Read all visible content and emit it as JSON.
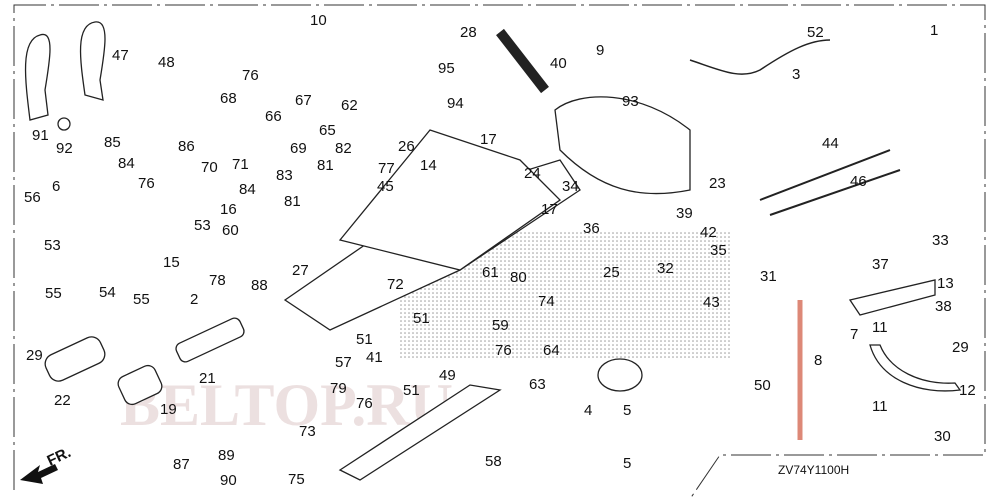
{
  "diagram": {
    "drawing_code": "ZV74Y1100H",
    "front_marker": "FR.",
    "watermark": "BELTOP.RU",
    "callouts": [
      "1",
      "47",
      "48",
      "76",
      "91",
      "92",
      "85",
      "84",
      "86",
      "70",
      "10",
      "68",
      "67",
      "66",
      "65",
      "62",
      "82",
      "69",
      "81",
      "77",
      "83",
      "84",
      "81",
      "45",
      "71",
      "76",
      "56",
      "6",
      "53",
      "53",
      "16",
      "60",
      "26",
      "14",
      "24",
      "28",
      "95",
      "94",
      "40",
      "9",
      "52",
      "3",
      "93",
      "17",
      "23",
      "44",
      "46",
      "34",
      "36",
      "17",
      "39",
      "42",
      "35",
      "32",
      "43",
      "31",
      "25",
      "33",
      "37",
      "13",
      "38",
      "11",
      "7",
      "8",
      "29",
      "12",
      "11",
      "30",
      "50",
      "4",
      "5",
      "5",
      "63",
      "64",
      "74",
      "80",
      "61",
      "72",
      "51",
      "51",
      "51",
      "59",
      "76",
      "49",
      "41",
      "57",
      "79",
      "76",
      "73",
      "58",
      "75",
      "89",
      "90",
      "88",
      "78",
      "2",
      "15",
      "55",
      "54",
      "55",
      "27",
      "29",
      "22",
      "21",
      "19",
      "87"
    ]
  }
}
